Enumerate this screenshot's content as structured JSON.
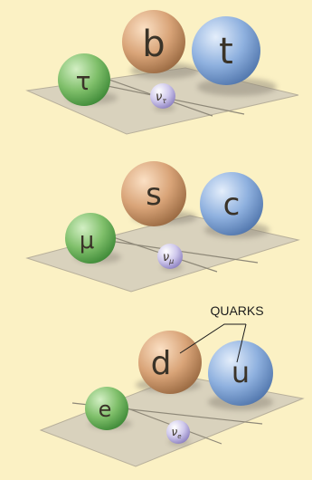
{
  "annotation": {
    "label": "QUARKS"
  },
  "generations": [
    {
      "quark_heavy": {
        "symbol": "b",
        "color": "#d9a478"
      },
      "quark_light": {
        "symbol": "t",
        "color": "#8fb1df"
      },
      "lepton": {
        "symbol": "τ",
        "color": "#7fbf6a"
      },
      "neutrino": {
        "symbol": "ν",
        "sub": "τ",
        "color": "#cfc8ec"
      }
    },
    {
      "quark_heavy": {
        "symbol": "s",
        "color": "#d9a478"
      },
      "quark_light": {
        "symbol": "c",
        "color": "#8fb1df"
      },
      "lepton": {
        "symbol": "μ",
        "color": "#7fbf6a"
      },
      "neutrino": {
        "symbol": "ν",
        "sub": "μ",
        "color": "#cfc8ec"
      }
    },
    {
      "quark_heavy": {
        "symbol": "d",
        "color": "#d9a478"
      },
      "quark_light": {
        "symbol": "u",
        "color": "#8fb1df"
      },
      "lepton": {
        "symbol": "e",
        "color": "#7fbf6a"
      },
      "neutrino": {
        "symbol": "ν",
        "sub": "e",
        "color": "#cfc8ec"
      }
    }
  ]
}
